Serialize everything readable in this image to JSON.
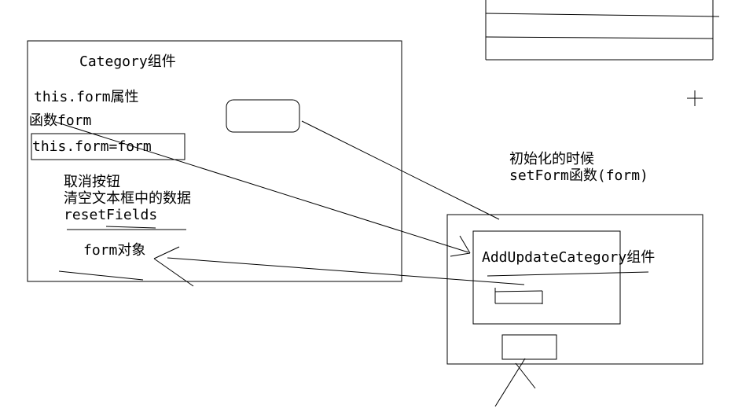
{
  "left_panel": {
    "title": "Category组件",
    "prop_label": "this.form属性",
    "func_label": "函数form",
    "assign_code": "this.form=form",
    "cancel_line1": "取消按钮",
    "cancel_line2": "清空文本框中的数据",
    "reset_method": "resetFields",
    "form_object": "form对象"
  },
  "init_note": {
    "line1": "初始化的时候",
    "line2": "setForm函数(form)"
  },
  "right_panel": {
    "component_label": "AddUpdateCategory组件"
  }
}
